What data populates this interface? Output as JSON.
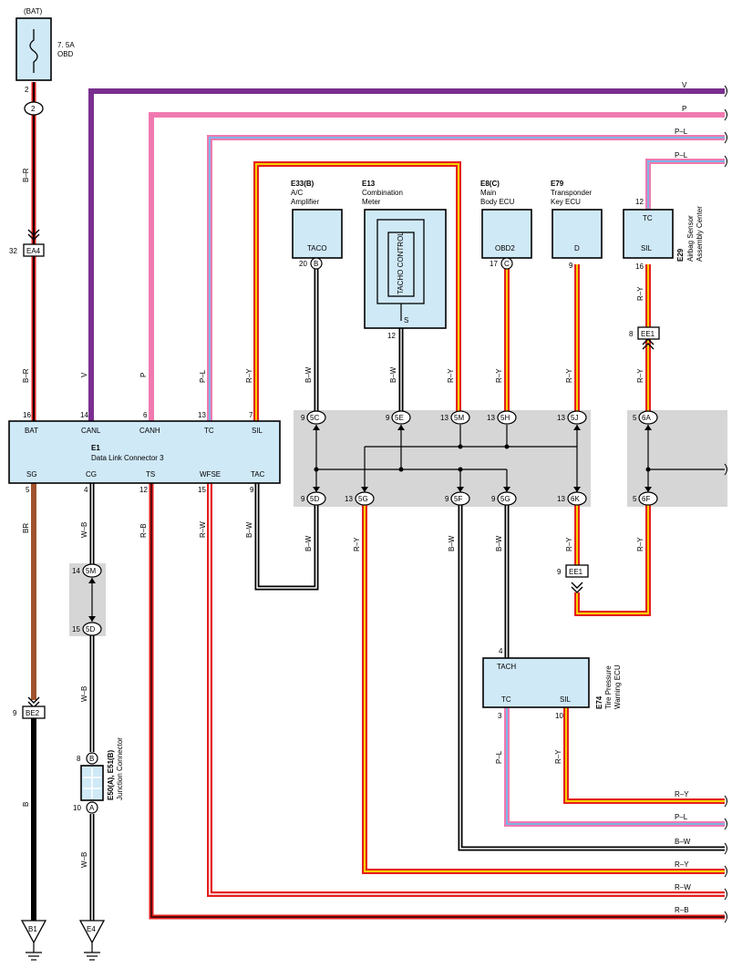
{
  "fuse": {
    "source": "(BAT)",
    "rating": "7. 5A",
    "name": "OBD",
    "pin": "2",
    "conn": "2"
  },
  "wire_labels": {
    "v_top": "V",
    "p_top": "P",
    "pl_top": "P–L",
    "pl_top2": "P–L",
    "br_fuse": "B–R",
    "br_low": "B–R",
    "v_dlc": "V",
    "p_dlc": "P",
    "pl_dlc": "P–L",
    "ry_dlc": "R–Y",
    "bw_e33": "B–W",
    "bw_e13": "B–W",
    "ry_e13": "R–Y",
    "ry_e8": "R–Y",
    "ry_e79": "R–Y",
    "ry_e29_top": "R–Y",
    "ry_e29_low": "R–Y",
    "br_sg": "BR",
    "wb_cg": "W–B",
    "rb_ts": "R–B",
    "rw_wfse": "R–W",
    "bw_tac": "B–W",
    "bw_5d": "B–W",
    "ry_5g": "R–Y",
    "bw_5f": "B–W",
    "bw_5g": "B–W",
    "ry_6k": "R–Y",
    "ry_6f": "R–Y",
    "wb_mid": "W–B",
    "b_gnd": "B",
    "wb_gnd": "W–B",
    "pl_e74": "P–L",
    "ry_e74": "R–Y",
    "ry_r1": "R–Y",
    "pl_r": "P–L",
    "bw_r": "B–W",
    "ry_r2": "R–Y",
    "rw_r": "R–W",
    "rb_r": "R–B"
  },
  "connectors": {
    "ea4": {
      "name": "EA4",
      "pin": "32"
    },
    "ee1_top": {
      "name": "EE1",
      "pin": "8"
    },
    "ee1_low": {
      "name": "EE1",
      "pin": "9"
    },
    "be2": {
      "name": "BE2",
      "pin": "9"
    },
    "b1": "B1",
    "e4": "E4"
  },
  "components": {
    "e33": {
      "id": "E33(B)",
      "name1": "A/C",
      "name2": "Amplifier",
      "term": "TACO",
      "pin": "20",
      "letter": "B"
    },
    "e13": {
      "id": "E13",
      "name1": "Combination",
      "name2": "Meter",
      "inner": "TACHO CONTROL",
      "term": "S",
      "pin": "12"
    },
    "e8": {
      "id": "E8(C)",
      "name1": "Main",
      "name2": "Body ECU",
      "term": "OBD2",
      "pin": "17",
      "letter": "C"
    },
    "e79": {
      "id": "E79",
      "name1": "Transponder",
      "name2": "Key ECU",
      "term": "D",
      "pin": "9"
    },
    "e29": {
      "id": "E29",
      "name1": "Airbag Sensor",
      "name2": "Assembly Center",
      "term_tc": "TC",
      "term_sil": "SIL",
      "pin_tc": "12",
      "pin_sil": "16"
    },
    "e74": {
      "id": "E74",
      "name1": "Tire Pressure",
      "name2": "Warning ECU",
      "term_tach": "TACH",
      "term_tc": "TC",
      "term_sil": "SIL",
      "pin_tach": "4",
      "pin_tc": "3",
      "pin_sil": "10"
    },
    "e50": {
      "id": "E50(A), E51(B)",
      "name": "Junction Connector",
      "pin_b": "8",
      "letter_b": "B",
      "pin_a": "10",
      "letter_a": "A"
    }
  },
  "dlc": {
    "id": "E1",
    "name": "Data Link Connector 3",
    "top_terms": [
      {
        "t": "BAT",
        "p": "16"
      },
      {
        "t": "CANL",
        "p": "14"
      },
      {
        "t": "CANH",
        "p": "6"
      },
      {
        "t": "TC",
        "p": "13"
      },
      {
        "t": "SIL",
        "p": "7"
      }
    ],
    "bottom_terms": [
      {
        "t": "SG",
        "p": "5"
      },
      {
        "t": "CG",
        "p": "4"
      },
      {
        "t": "TS",
        "p": "12"
      },
      {
        "t": "WFSE",
        "p": "15"
      },
      {
        "t": "TAC",
        "p": "9"
      }
    ]
  },
  "jb_top": [
    {
      "pin": "9",
      "conn": "5C"
    },
    {
      "pin": "9",
      "conn": "5E"
    },
    {
      "pin": "13",
      "conn": "5M"
    },
    {
      "pin": "13",
      "conn": "5H"
    },
    {
      "pin": "13",
      "conn": "5J"
    },
    {
      "pin": "5",
      "conn": "6A"
    }
  ],
  "jb_bottom": [
    {
      "pin": "9",
      "conn": "5D"
    },
    {
      "pin": "13",
      "conn": "5G"
    },
    {
      "pin": "9",
      "conn": "5F"
    },
    {
      "pin": "9",
      "conn": "5G"
    },
    {
      "pin": "13",
      "conn": "6K"
    },
    {
      "pin": "5",
      "conn": "6F"
    }
  ],
  "jb_left": [
    {
      "pin": "14",
      "conn": "5M"
    },
    {
      "pin": "15",
      "conn": "5D"
    }
  ],
  "colors": {
    "violet": "#7a2f8f",
    "pink": "#f07ab0",
    "blue": "#7fb3e6",
    "red": "#e41e1e",
    "yellow": "#f5d000",
    "brown": "#a0522d",
    "box": "#cfe9f7"
  }
}
